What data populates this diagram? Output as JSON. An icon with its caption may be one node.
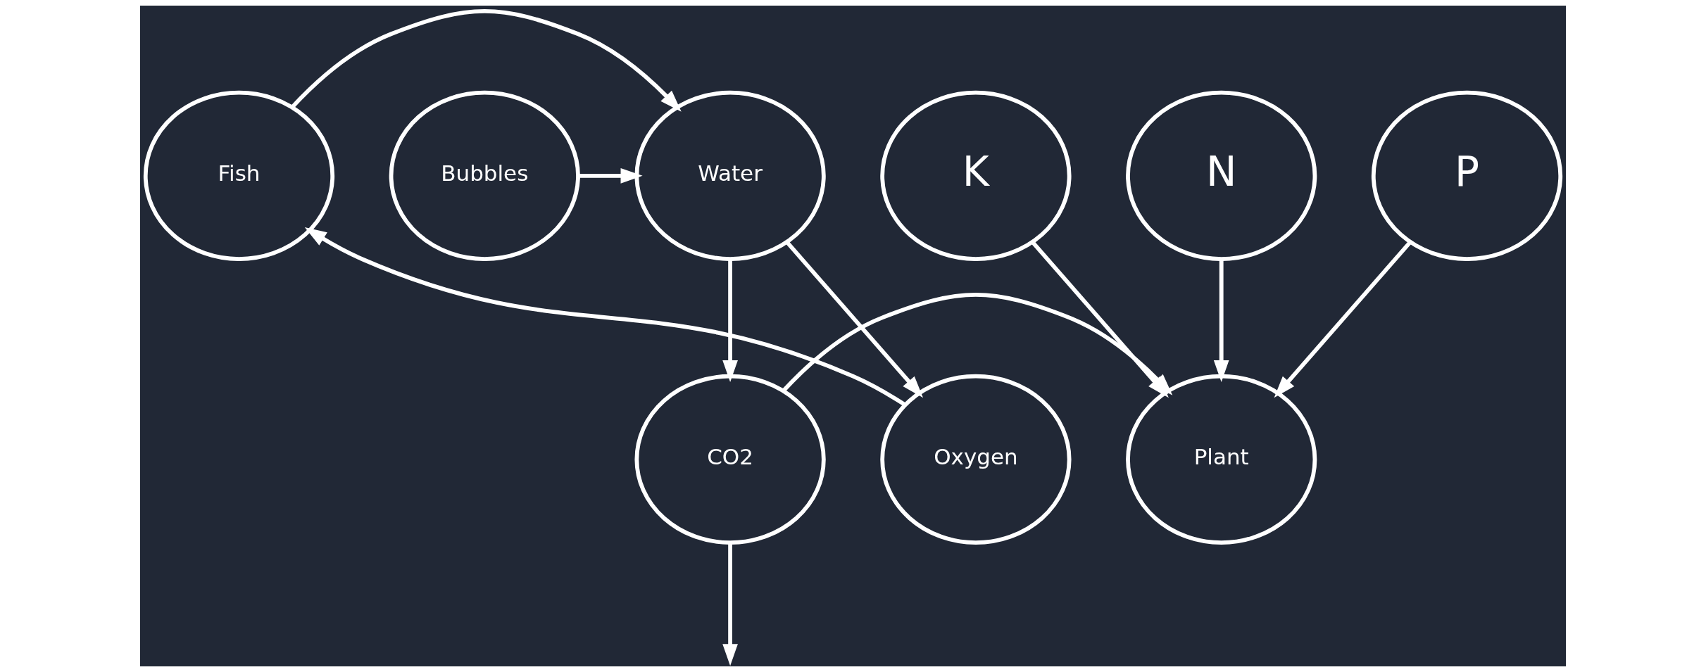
{
  "diagram": {
    "nodes": [
      {
        "text": [
          "Fish"
        ]
      },
      {
        "text": [
          "Water"
        ]
      },
      {
        "text": [
          "Bubbles"
        ]
      },
      {
        "text": [
          "N"
        ]
      },
      {
        "text": [
          "P"
        ]
      },
      {
        "text": [
          "K"
        ]
      },
      {
        "text": [
          "Oxygen"
        ]
      },
      {
        "text": [
          "CO2"
        ]
      },
      {
        "text": [
          "Plant"
        ]
      }
    ],
    "edges": [
      {
        "from": 0,
        "to": 1,
        "arrow": "to"
      },
      {
        "from": 2,
        "to": 1,
        "arrow": "to"
      },
      {
        "from": 1,
        "to": 6,
        "arrow": "to"
      },
      {
        "from": 6,
        "to": 0,
        "arrow": "to"
      },
      {
        "from": 1,
        "to": 7,
        "arrow": "to"
      },
      {
        "from": 7,
        "to": 8,
        "arrow": "to"
      },
      {
        "from": 3,
        "to": 8,
        "arrow": "to"
      },
      {
        "from": 4,
        "to": 8,
        "arrow": "to"
      },
      {
        "from": 5,
        "to": 8,
        "arrow": "to"
      },
      {
        "from": 7,
        "to": null,
        "arrow": "to"
      }
    ]
  }
}
